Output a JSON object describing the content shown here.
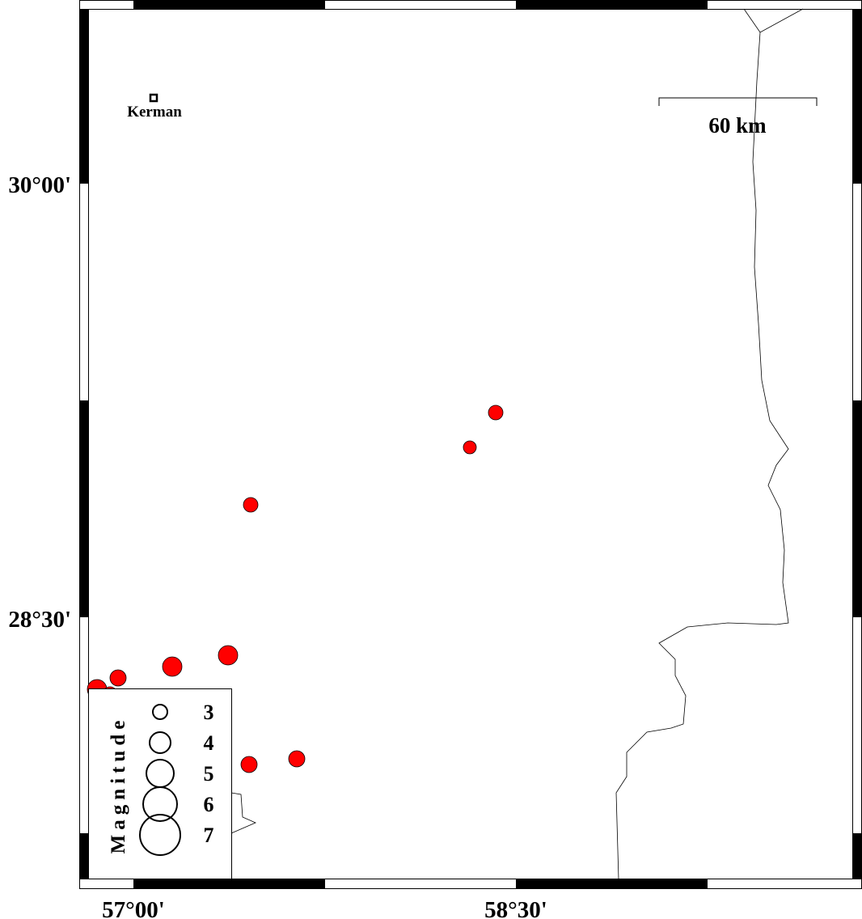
{
  "map": {
    "axis_labels": {
      "lat_30_00": "30°00'",
      "lat_28_30": "28°30'",
      "lon_57_00": "57°00'",
      "lon_58_30": "58°30'"
    },
    "city": {
      "name": "Kerman"
    },
    "scale_bar": {
      "label": "60 km"
    },
    "legend": {
      "title": "Magnitude",
      "entries": [
        {
          "label": "3",
          "magnitude": 3
        },
        {
          "label": "4",
          "magnitude": 4
        },
        {
          "label": "5",
          "magnitude": 5
        },
        {
          "label": "6",
          "magnitude": 6
        },
        {
          "label": "7",
          "magnitude": 7
        }
      ]
    },
    "colors": {
      "event_fill": "#ff0000",
      "frame": "#000000"
    }
  }
}
